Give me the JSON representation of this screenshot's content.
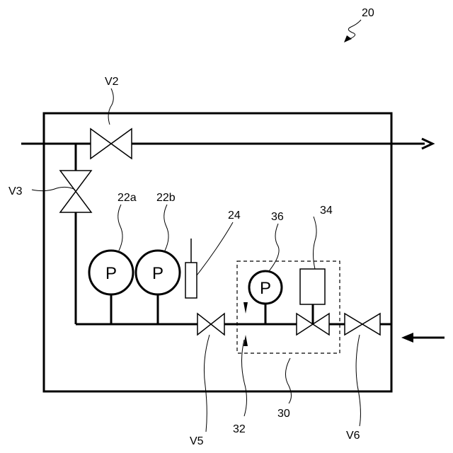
{
  "labels": {
    "system": "20",
    "v2": "V2",
    "v3": "V3",
    "v5": "V5",
    "v6": "V6",
    "gauge_22a": "22a",
    "gauge_22b": "22b",
    "sensor_24": "24",
    "gauge_36": "36",
    "actuator_34": "34",
    "orifice_32": "32",
    "module_30": "30"
  },
  "gauge_symbol": "P"
}
